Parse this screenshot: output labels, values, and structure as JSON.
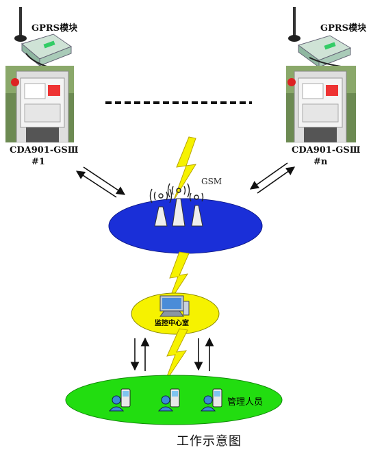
{
  "module_left": {
    "label": "GPRS模块"
  },
  "module_right": {
    "label": "GPRS模块"
  },
  "station_left": {
    "model": "CDA901-GSⅢ",
    "index": "#1"
  },
  "station_right": {
    "model": "CDA901-GSⅢ",
    "index": "#n"
  },
  "network": {
    "label": "GSM"
  },
  "monitor": {
    "label": "监控中心室"
  },
  "staff": {
    "label": "管理人员"
  },
  "caption": "工作示意图",
  "colors": {
    "gsm_ellipse": "#1a2fd8",
    "monitor_ellipse": "#f6f200",
    "staff_ellipse": "#22dd10",
    "lightning": "#f6f200",
    "lightning_edge": "#b8a400",
    "cabinet_panel": "#e9e9e9",
    "module_body": "#bcd7c9"
  }
}
